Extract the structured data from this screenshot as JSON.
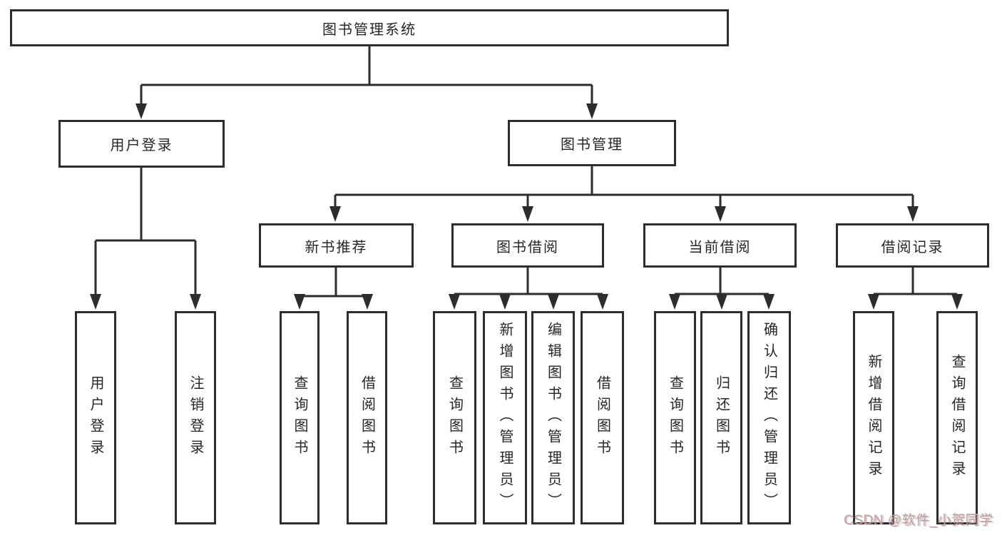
{
  "root": {
    "label": "图书管理系统"
  },
  "branches": [
    {
      "label": "用户登录",
      "children": [
        {
          "label": "用户登录"
        },
        {
          "label": "注销登录"
        }
      ]
    },
    {
      "label": "图书管理",
      "children": [
        {
          "label": "新书推荐",
          "children": [
            {
              "label": "查询图书"
            },
            {
              "label": "借阅图书"
            }
          ]
        },
        {
          "label": "图书借阅",
          "children": [
            {
              "label": "查询图书"
            },
            {
              "label": "新增图书（管理员）"
            },
            {
              "label": "编辑图书（管理员）"
            },
            {
              "label": "借阅图书"
            }
          ]
        },
        {
          "label": "当前借阅",
          "children": [
            {
              "label": "查询图书"
            },
            {
              "label": "归还图书"
            },
            {
              "label": "确认归还（管理员）"
            }
          ]
        },
        {
          "label": "借阅记录",
          "children": [
            {
              "label": "新增借阅记录"
            },
            {
              "label": "查询借阅记录"
            }
          ]
        }
      ]
    }
  ],
  "watermark": {
    "text": "CSDN @软件_小贺同学"
  },
  "colors": {
    "line": "#2d2d2d",
    "box_border": "#2d2d2d",
    "text": "#262626",
    "background": "#ffffff",
    "watermark_gray": "#a9a9a9",
    "watermark_red": "#eb7d7d"
  }
}
